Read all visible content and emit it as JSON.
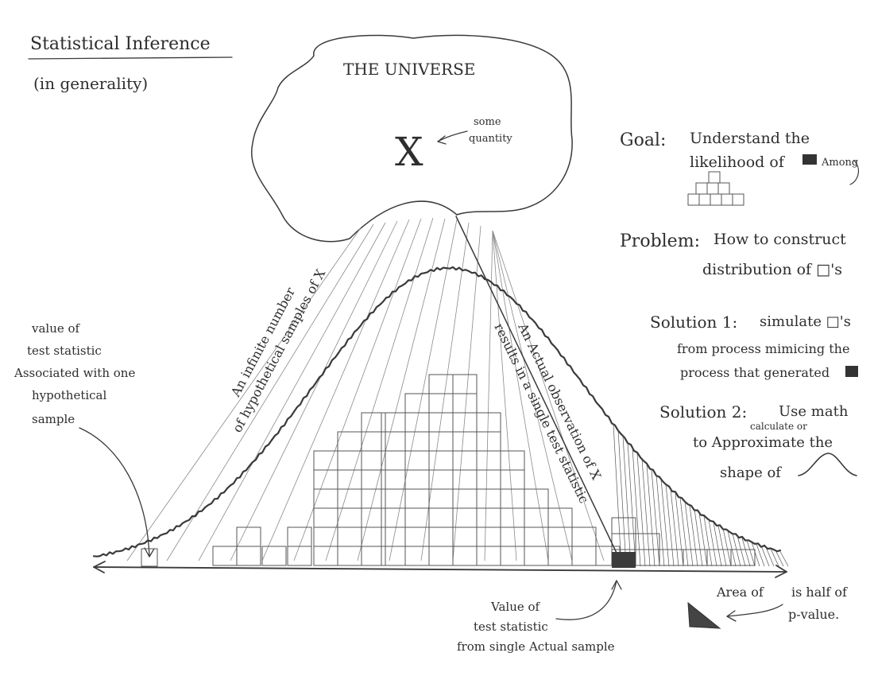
{
  "title": "Statistical Inference",
  "subtitle": "(in generality)",
  "universe": {
    "label": "THE UNIVERSE",
    "symbol": "X",
    "symbol_note": [
      "some",
      "quantity"
    ]
  },
  "left_note": [
    "value of",
    "test statistic",
    "Associated with one",
    "hypothetical",
    "sample"
  ],
  "diag_left": [
    "An infinite number",
    "of hypothetical samples of X"
  ],
  "diag_right": [
    "An Actual observation of X",
    "results in a single test statistic"
  ],
  "bottom_note": [
    "Value of",
    "test statistic",
    "from single Actual sample"
  ],
  "area_note": [
    "Area of",
    "is half of",
    "p-value."
  ],
  "goal": {
    "label": "Goal:",
    "lines": [
      "Understand the",
      "likelihood of",
      "Among"
    ]
  },
  "problem": {
    "label": "Problem:",
    "lines": [
      "How to construct",
      "distribution of □'s"
    ]
  },
  "solution1": {
    "label": "Solution 1:",
    "lines": [
      "simulate □'s",
      "from process mimicing the",
      "process that generated"
    ]
  },
  "solution2": {
    "label": "Solution 2:",
    "lines": [
      "Use math",
      "calculate or",
      "to Approximate the",
      "shape of"
    ]
  }
}
